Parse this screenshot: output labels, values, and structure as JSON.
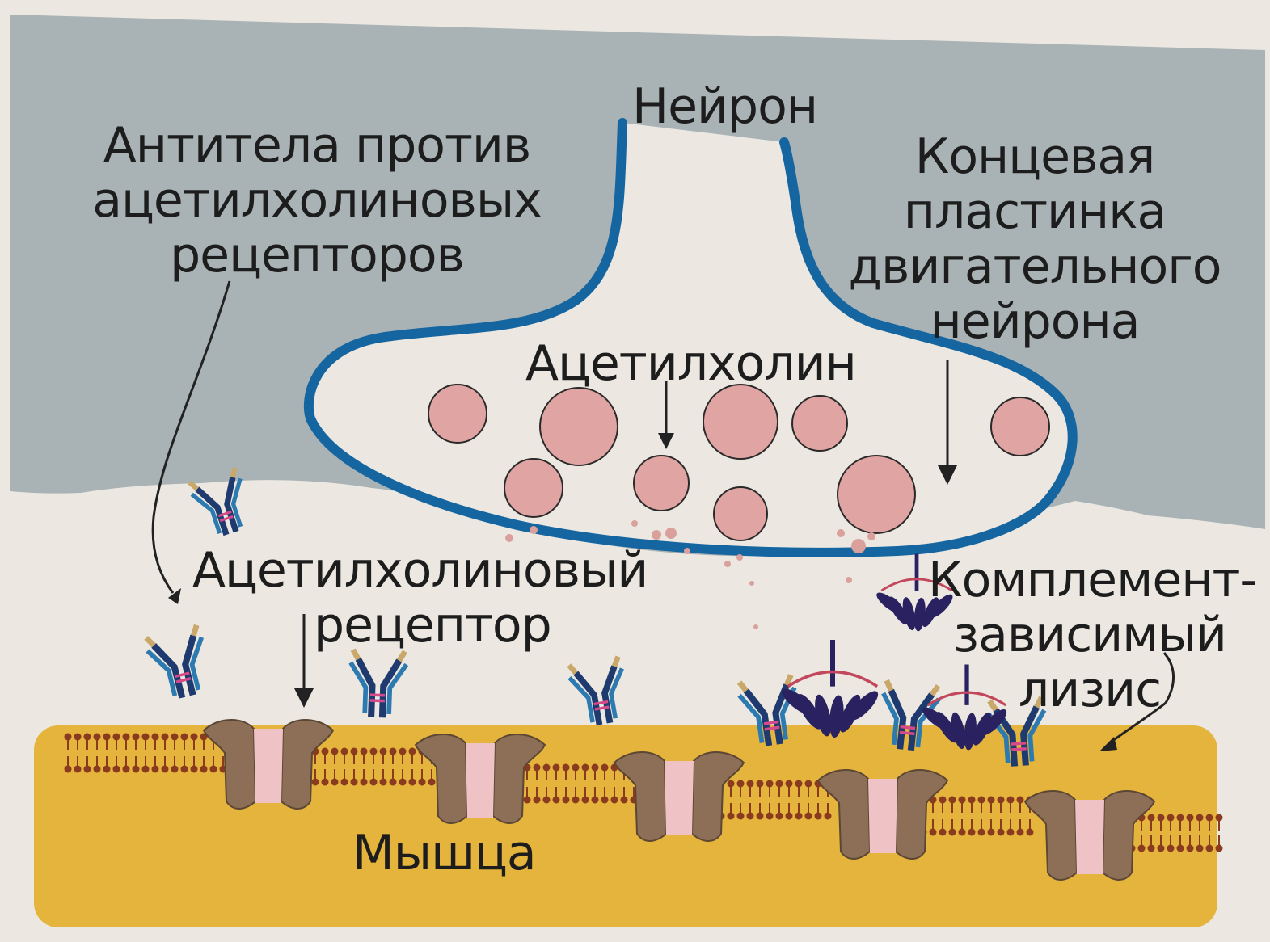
{
  "labels": {
    "neuron": "Нейрон",
    "antibodies": [
      "Антитела против",
      "ацетилхолиновых",
      "рецепторов"
    ],
    "end_plate": [
      "Концевая",
      "пластинка",
      "двигательного",
      "нейрона"
    ],
    "acetylcholine": "Ацетилхолин",
    "receptor": [
      "Ацетилхолиновый",
      "рецептор"
    ],
    "complement": [
      "Комплемент-",
      "зависимый",
      "лизис"
    ],
    "muscle": "Мышца"
  },
  "colors": {
    "neuron_region": "#a9b3b5",
    "synaptic_cleft": "#ece8e1",
    "neuron_outline": "#1565a0",
    "vesicle_fill": "#e0a4a3",
    "vesicle_stroke": "#2a2a2a",
    "muscle": "#e4b43c",
    "receptor": "#8c6f56",
    "receptor_channel": "#efc3c6",
    "antibody_dark": "#1e3a6e",
    "antibody_light": "#2d7ab0",
    "antibody_tip": "#c9a86a",
    "complement": "#2a2260"
  }
}
